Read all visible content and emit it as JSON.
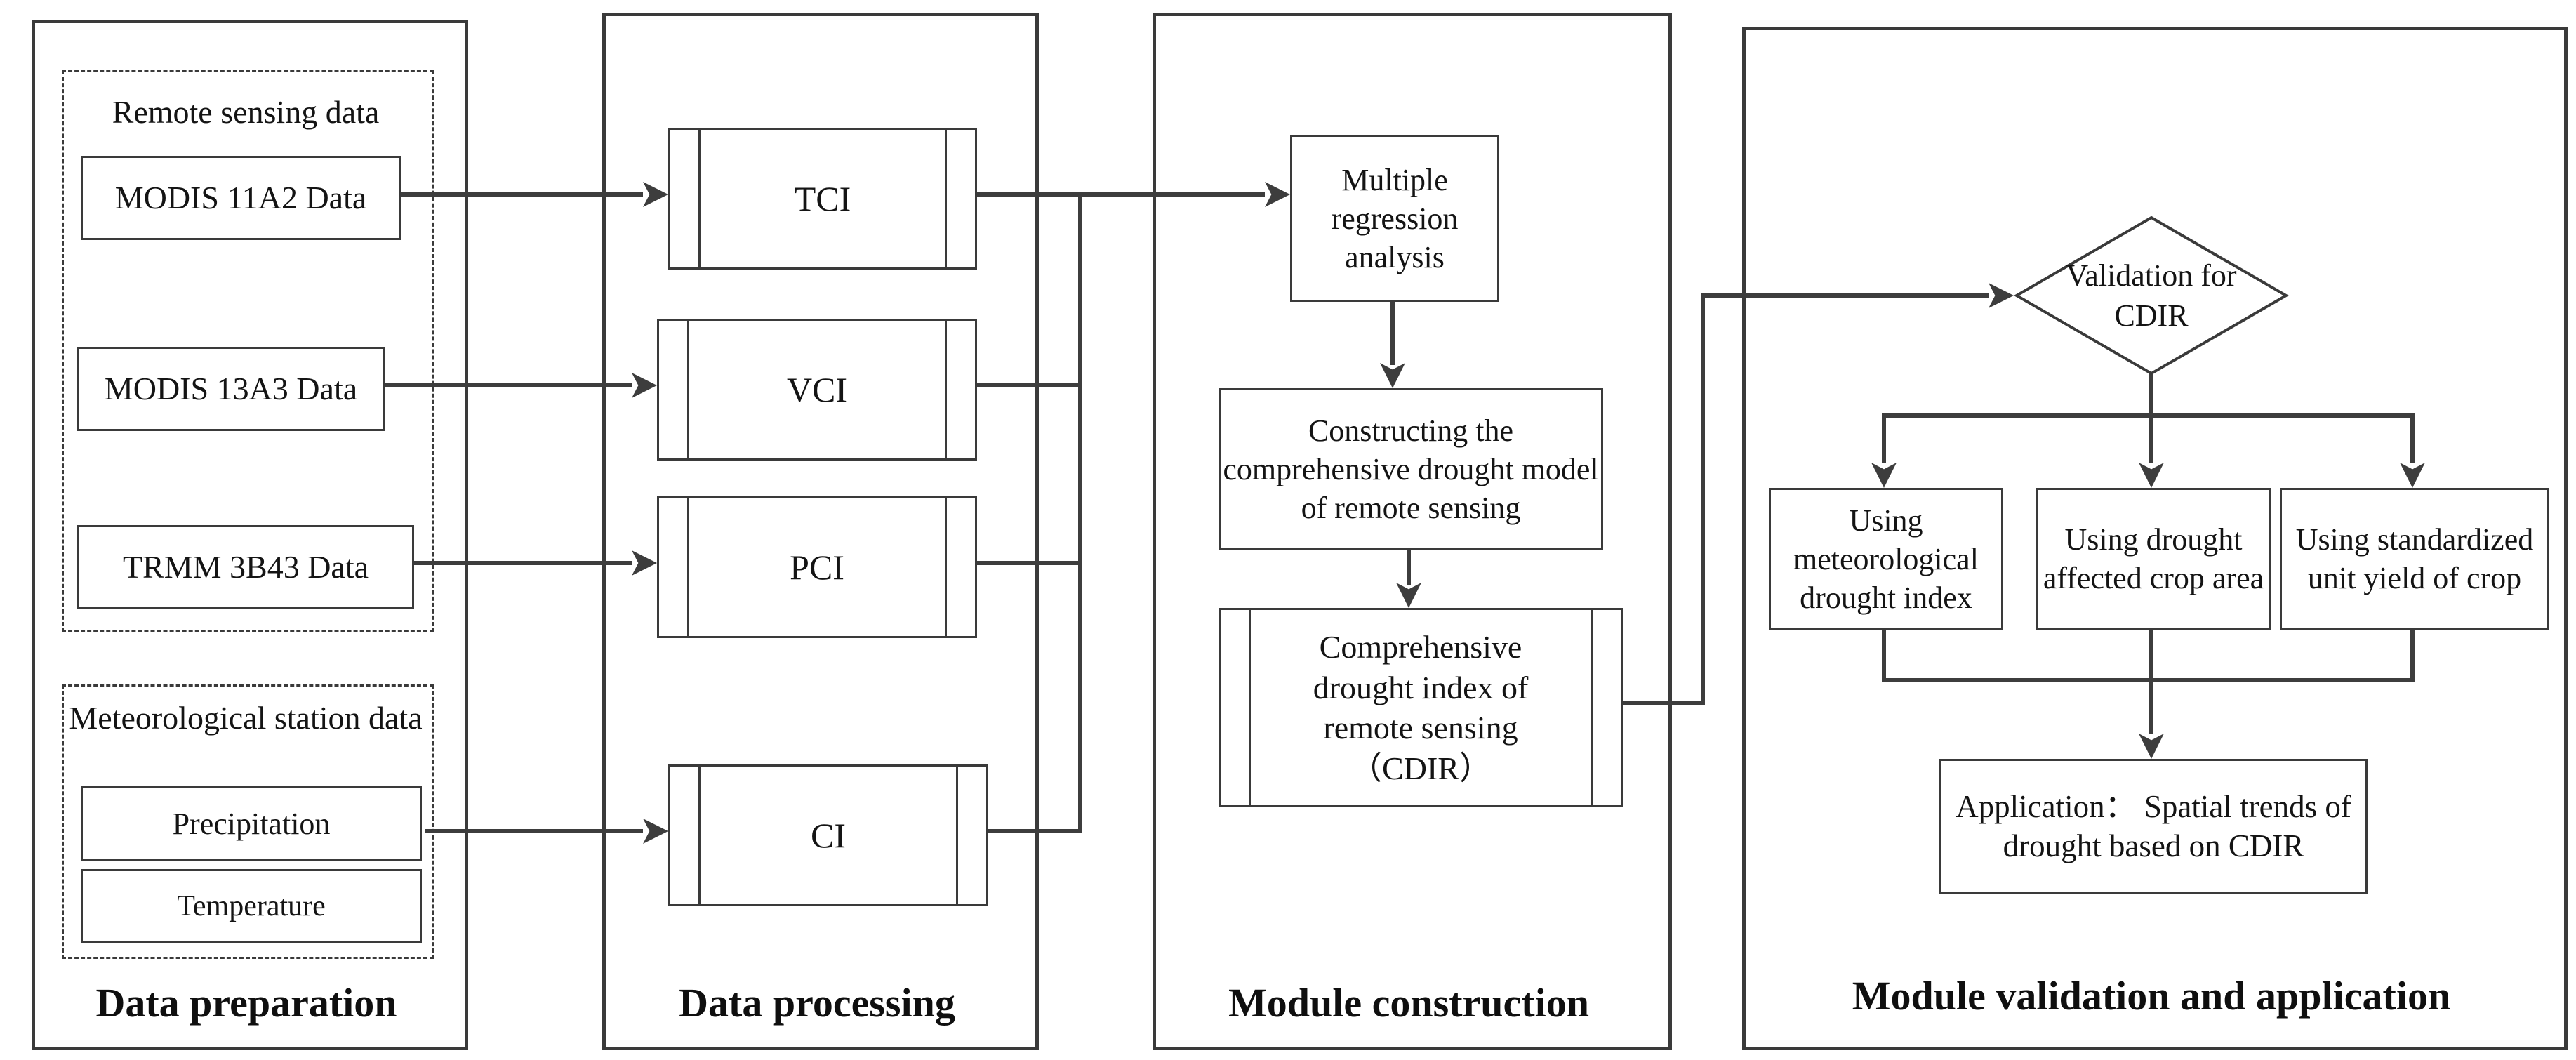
{
  "sections": {
    "preparation": {
      "label": "Data preparation",
      "remote_group": {
        "title": "Remote sensing data",
        "items": [
          "MODIS 11A2 Data",
          "MODIS 13A3 Data",
          "TRMM 3B43 Data"
        ]
      },
      "meteo_group": {
        "title": "Meteorological station data",
        "items": [
          "Precipitation",
          "Temperature"
        ]
      }
    },
    "processing": {
      "label": "Data processing",
      "indices": [
        "TCI",
        "VCI",
        "PCI",
        "CI"
      ]
    },
    "construction": {
      "label": "Module construction",
      "regression": "Multiple regression analysis",
      "constructing": "Constructing the comprehensive drought model of remote sensing",
      "cdir": "Comprehensive drought index of remote sensing （CDIR）"
    },
    "validation": {
      "label": "Module validation and application",
      "decision": "Validation for CDIR",
      "methods": [
        "Using meteorological drought index",
        "Using drought affected crop area",
        "Using standardized unit yield of crop"
      ],
      "application": "Application： Spatial trends of drought based on CDIR"
    }
  },
  "colors": {
    "line": "#3d3d3d",
    "border": "#3a3a3a",
    "text": "#141414",
    "background": "#ffffff"
  }
}
